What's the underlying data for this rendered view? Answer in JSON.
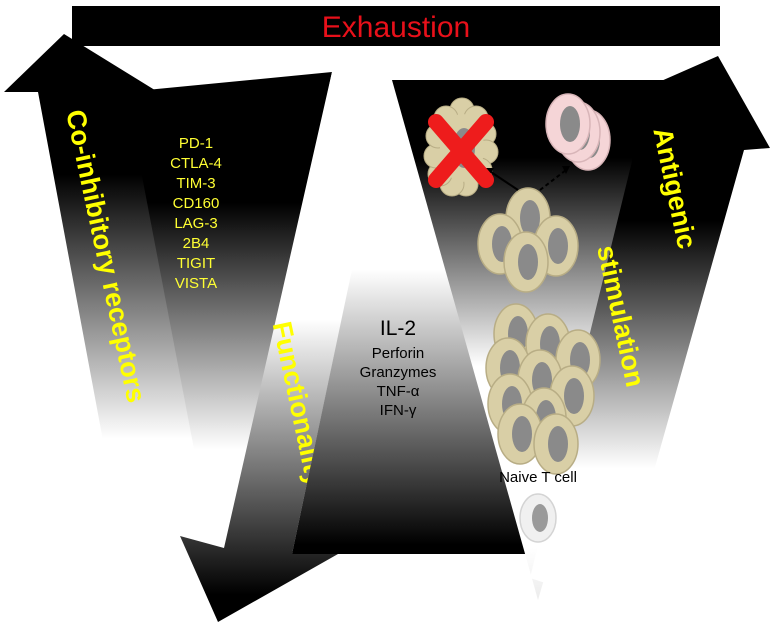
{
  "header": {
    "title": "Exhaustion",
    "title_color": "#e8101a",
    "bar_color": "#000000"
  },
  "left_arrow": {
    "label": "Co-inhibitory receptors",
    "label_color": "#ffff00"
  },
  "receptors": {
    "color": "#ffff33",
    "items": [
      "PD-1",
      "CTLA-4",
      "TIM-3",
      "CD160",
      "LAG-3",
      "2B4",
      "TIGIT",
      "VISTA"
    ]
  },
  "middle_arrow": {
    "label": "Functionality",
    "label_color": "#ffff00"
  },
  "cytokines": {
    "headline": "IL-2",
    "items": [
      "Perforin",
      "Granzymes",
      "TNF-α",
      "IFN-γ"
    ],
    "color": "#000000"
  },
  "right_arrow": {
    "label_line1": "Antigenic",
    "label_line2": "stimulation",
    "label_color": "#ffff00"
  },
  "cells": {
    "naive_label": "Naive T cell",
    "effector_color": "#d9cfa6",
    "nucleus_color": "#8a8a8a",
    "memory_color": "#f5d5d7",
    "naive_color": "#f0f0f0",
    "death_mark_color": "#ee1c1c",
    "death_mark_icon": "x-mark-icon"
  }
}
